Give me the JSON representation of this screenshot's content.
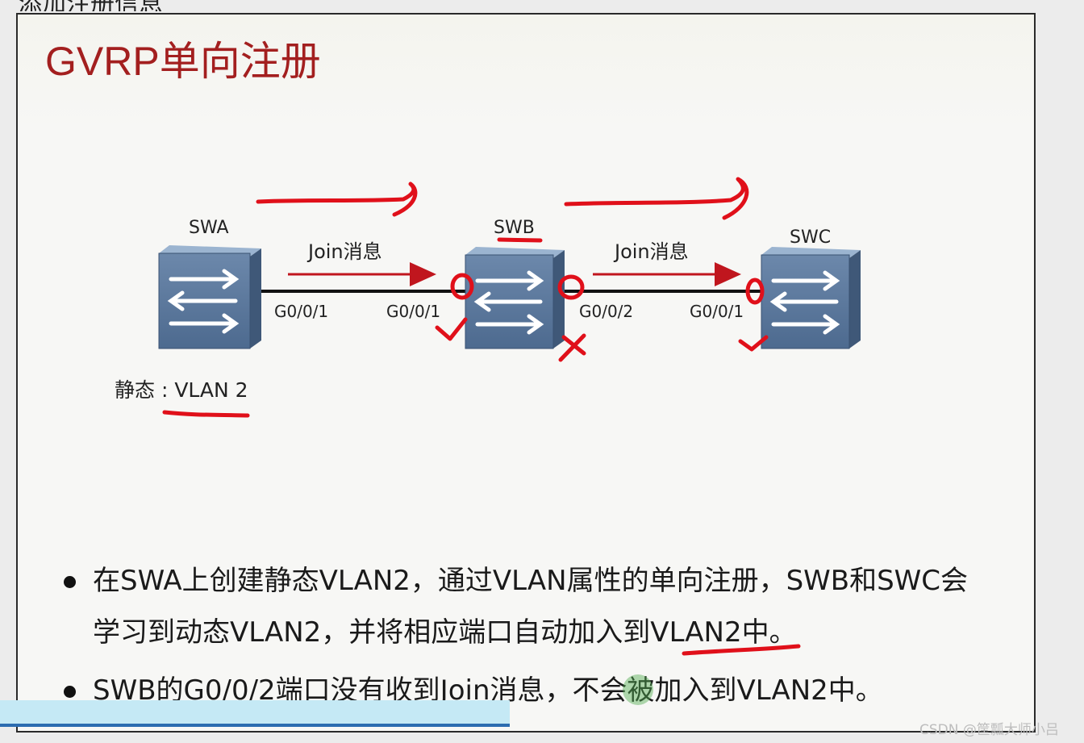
{
  "top_cut_text": "添加注册信息",
  "slide": {
    "title": "GVRP单向注册"
  },
  "diagram": {
    "switches": [
      {
        "name": "SWA"
      },
      {
        "name": "SWB"
      },
      {
        "name": "SWC"
      }
    ],
    "links": [
      {
        "message": "Join消息",
        "left_port": "G0/0/1",
        "right_port": "G0/0/1"
      },
      {
        "message": "Join消息",
        "left_port": "G0/0/2",
        "right_port": "G0/0/1"
      }
    ],
    "static_label": "静态 : VLAN 2"
  },
  "bullets": [
    {
      "lines": [
        "在SWA上创建静态VLAN2，通过VLAN属性的单向注册，SWB和SWC会",
        "学习到动态VLAN2，并将相应端口自动加入到VLAN2中。"
      ]
    },
    {
      "lines": [
        "SWB的G0/0/2端口没有收到Join消息，不会被加入到VLAN2中。"
      ]
    }
  ],
  "watermark": "CSDN @筐瓢大师小吕",
  "colors": {
    "title": "#a31f1f",
    "annotation": "#e0101a",
    "switch_front": "#5c7a9e",
    "switch_top": "#8aa5c4",
    "switch_side": "#3f5878"
  }
}
